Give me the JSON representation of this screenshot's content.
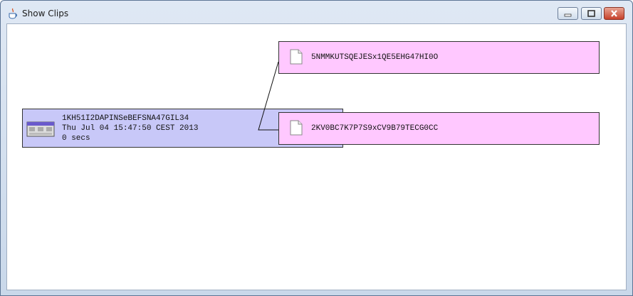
{
  "window": {
    "title": "Show Clips",
    "app_icon": "java-cup-icon",
    "controls": {
      "minimize": "minimize-icon",
      "maximize": "maximize-icon",
      "close": "close-icon"
    }
  },
  "main_node": {
    "id": "1KH51I2DAPINSeBEFSNA47GIL34",
    "date": "Thu Jul 04 15:47:50 CEST 2013",
    "duration": "0 secs",
    "icon": "film-strip-icon",
    "color": "#c8c8f8"
  },
  "clips": [
    {
      "id": "5NMMKUTSQEJESx1QE5EHG47HI0O",
      "icon": "document-icon",
      "color": "#ffc8ff"
    },
    {
      "id": "2KV0BC7K7P7S9xCV9B79TECG0CC",
      "icon": "document-icon",
      "color": "#ffc8ff"
    }
  ]
}
